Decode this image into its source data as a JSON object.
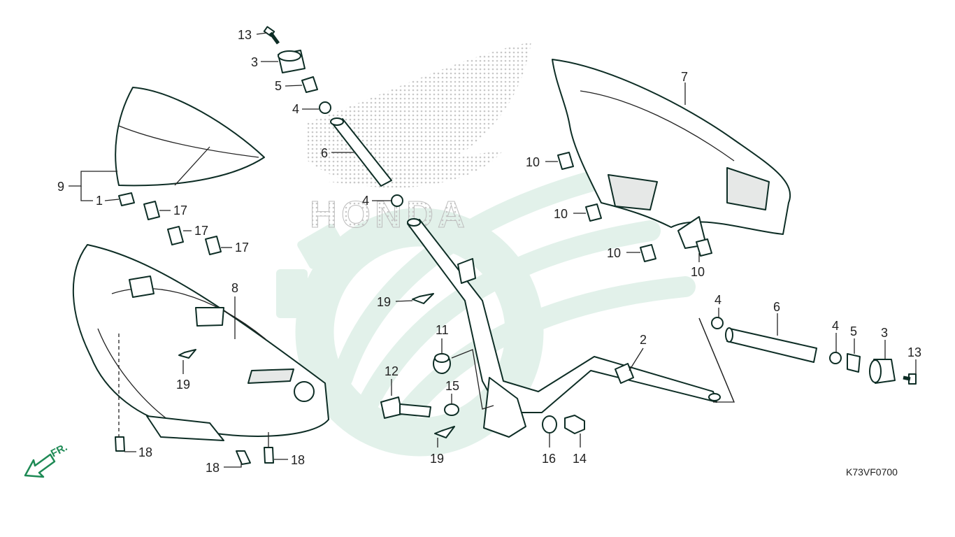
{
  "diagram": {
    "drawing_code": "K73VF0700",
    "front_label": "FR.",
    "watermark_text": "HONDA",
    "colors": {
      "watermark_green": "#e2f1ea",
      "watermark_dots": "#c8c8c8",
      "arrow_green": "#1e8a55",
      "line": "#0d2d25",
      "text": "#222222"
    },
    "callouts": {
      "c13a": "13",
      "c3a": "3",
      "c5a": "5",
      "c4a": "4",
      "c6a": "6",
      "c4b": "4",
      "c9": "9",
      "c1": "1",
      "c17a": "17",
      "c17b": "17",
      "c17c": "17",
      "c8": "8",
      "c19a": "19",
      "c18a": "18",
      "c18b": "18",
      "c18c": "18",
      "c7": "7",
      "c10a": "10",
      "c10b": "10",
      "c10c": "10",
      "c10d": "10",
      "c19b": "19",
      "c11": "11",
      "c12": "12",
      "c15": "15",
      "c19c": "19",
      "c2": "2",
      "c16": "16",
      "c14": "14",
      "c4c": "4",
      "c6b": "6",
      "c4d": "4",
      "c5b": "5",
      "c3b": "3",
      "c13b": "13"
    }
  }
}
